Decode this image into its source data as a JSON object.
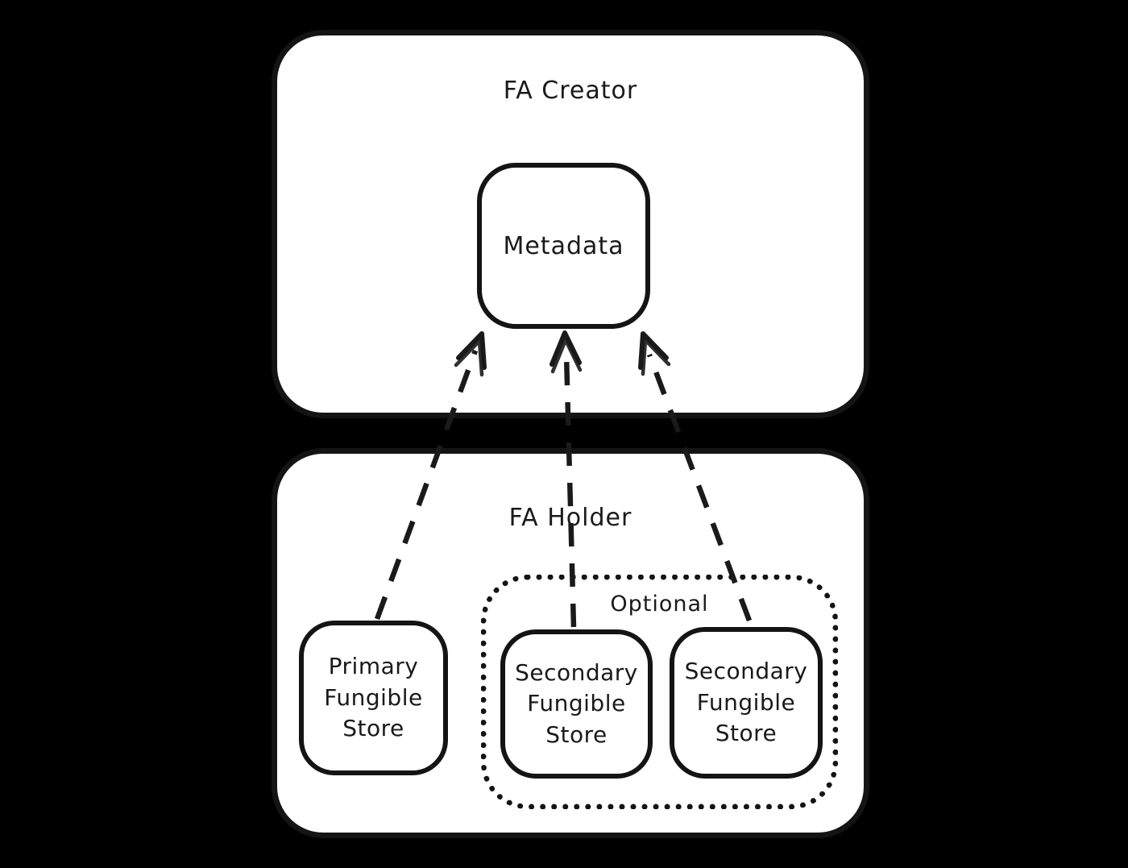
{
  "colors": {
    "background": "#000000",
    "surface": "#ffffff",
    "ink": "#1a1a1a"
  },
  "creator": {
    "title": "FA Creator",
    "metadata_label": "Metadata"
  },
  "holder": {
    "title": "FA Holder",
    "optional_label": "Optional",
    "primary_store": {
      "line1": "Primary",
      "line2": "Fungible",
      "line3": "Store"
    },
    "secondary_store_left": {
      "line1": "Secondary",
      "line2": "Fungible",
      "line3": "Store"
    },
    "secondary_store_right": {
      "line1": "Secondary",
      "line2": "Fungible",
      "line3": "Store"
    }
  }
}
